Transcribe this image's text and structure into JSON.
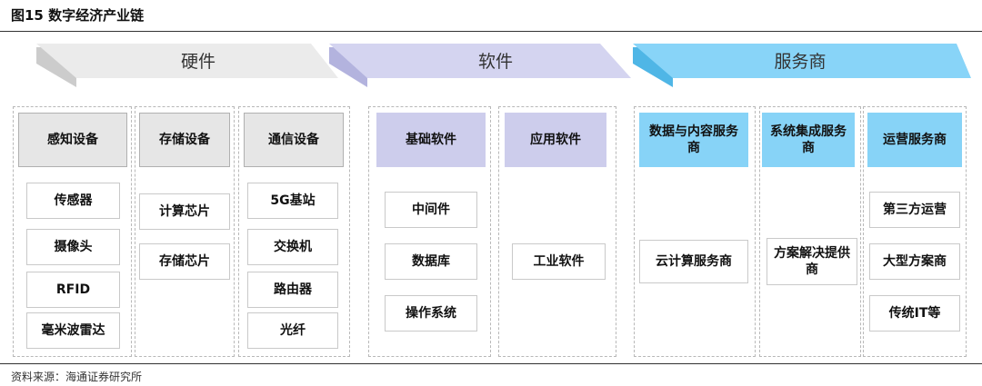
{
  "figure_title": "图15 数字经济产业链",
  "source": "资料来源：海通证券研究所",
  "colors": {
    "hardware_banner": "#ebebeb",
    "hardware_banner_shade": "#cccccc",
    "software_banner": "#d4d4f0",
    "software_banner_shade": "#b3b3de",
    "service_banner": "#88d4f8",
    "service_banner_shade": "#4fb6e6",
    "hardware_header": "#e6e6e6",
    "software_header": "#cdcdec",
    "service_header": "#87d3f7"
  },
  "banners": {
    "hardware": "硬件",
    "software": "软件",
    "service": "服务商"
  },
  "columns": {
    "sensing": {
      "header": "感知设备",
      "items": [
        "传感器",
        "摄像头",
        "RFID",
        "毫米波雷达"
      ]
    },
    "storage": {
      "header": "存储设备",
      "items": [
        "计算芯片",
        "存储芯片"
      ]
    },
    "comm": {
      "header": "通信设备",
      "items": [
        "5G基站",
        "交换机",
        "路由器",
        "光纤"
      ]
    },
    "base_sw": {
      "header": "基础软件",
      "items": [
        "中间件",
        "数据库",
        "操作系统"
      ]
    },
    "app_sw": {
      "header": "应用软件",
      "items": [
        "工业软件"
      ]
    },
    "data_sv": {
      "header": "数据与内容服务商",
      "items": [
        "云计算服务商"
      ]
    },
    "integ_sv": {
      "header": "系统集成服务商",
      "items": [
        "方案解决提供商"
      ]
    },
    "ops_sv": {
      "header": "运营服务商",
      "items": [
        "第三方运营",
        "大型方案商",
        "传统IT等"
      ]
    }
  }
}
